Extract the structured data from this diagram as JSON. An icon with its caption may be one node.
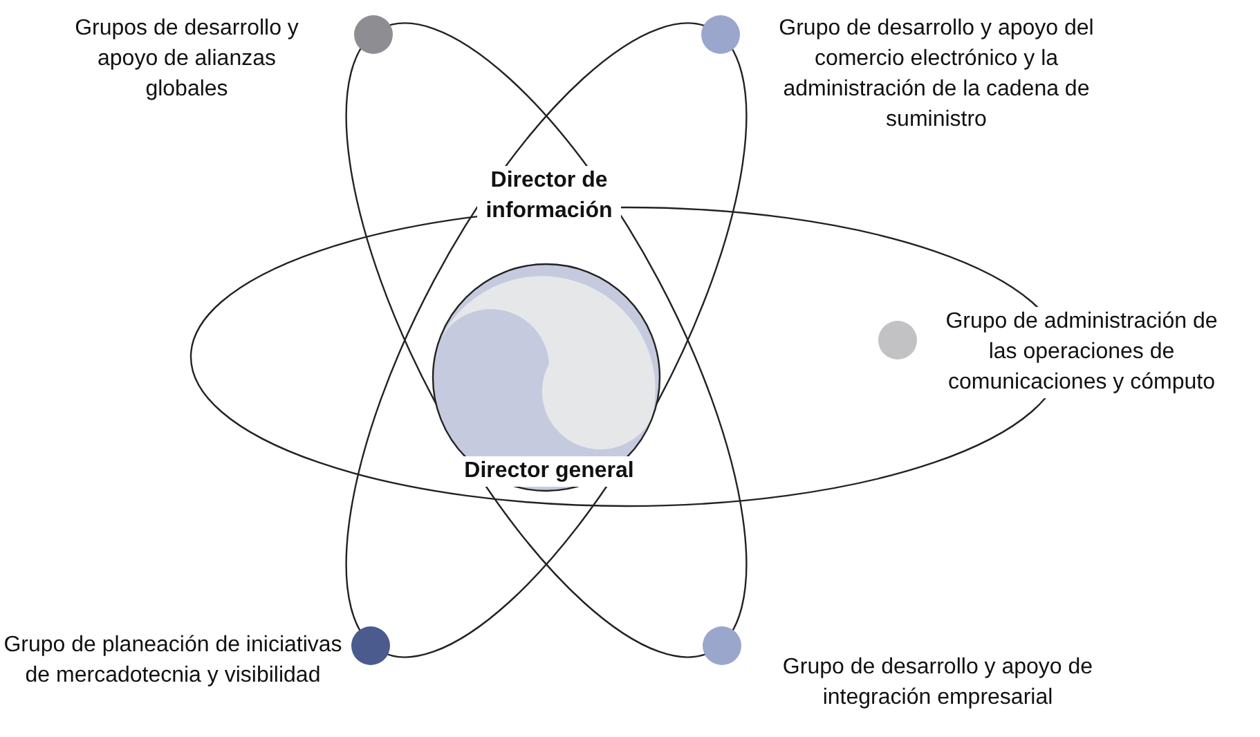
{
  "diagram": {
    "nodes": [
      {
        "text": [],
        "shape": "circle",
        "beside": [
          "Grupos de desarrollo y apoyo de alianzas globales"
        ]
      },
      {
        "text": [],
        "shape": "circle",
        "beside": [
          "Grupo de desarrollo y apoyo del comercio electrónico y la administración de la cadena de suministro"
        ]
      },
      {
        "text": [
          "Director de información",
          "Director general"
        ]
      },
      {
        "text": [],
        "shape": "circle",
        "beside": [
          "Grupo de administración de las operaciones de comunicaciones y cómputo"
        ]
      },
      {
        "text": [],
        "shape": "circle",
        "beside": [
          "Grupo de planeación de iniciativas de mercadotecnia y visibilidad"
        ]
      },
      {
        "text": [],
        "shape": "circle",
        "beside": [
          "Grupo de desarrollo y apoyo de integración empresarial"
        ]
      }
    ],
    "edges": []
  }
}
